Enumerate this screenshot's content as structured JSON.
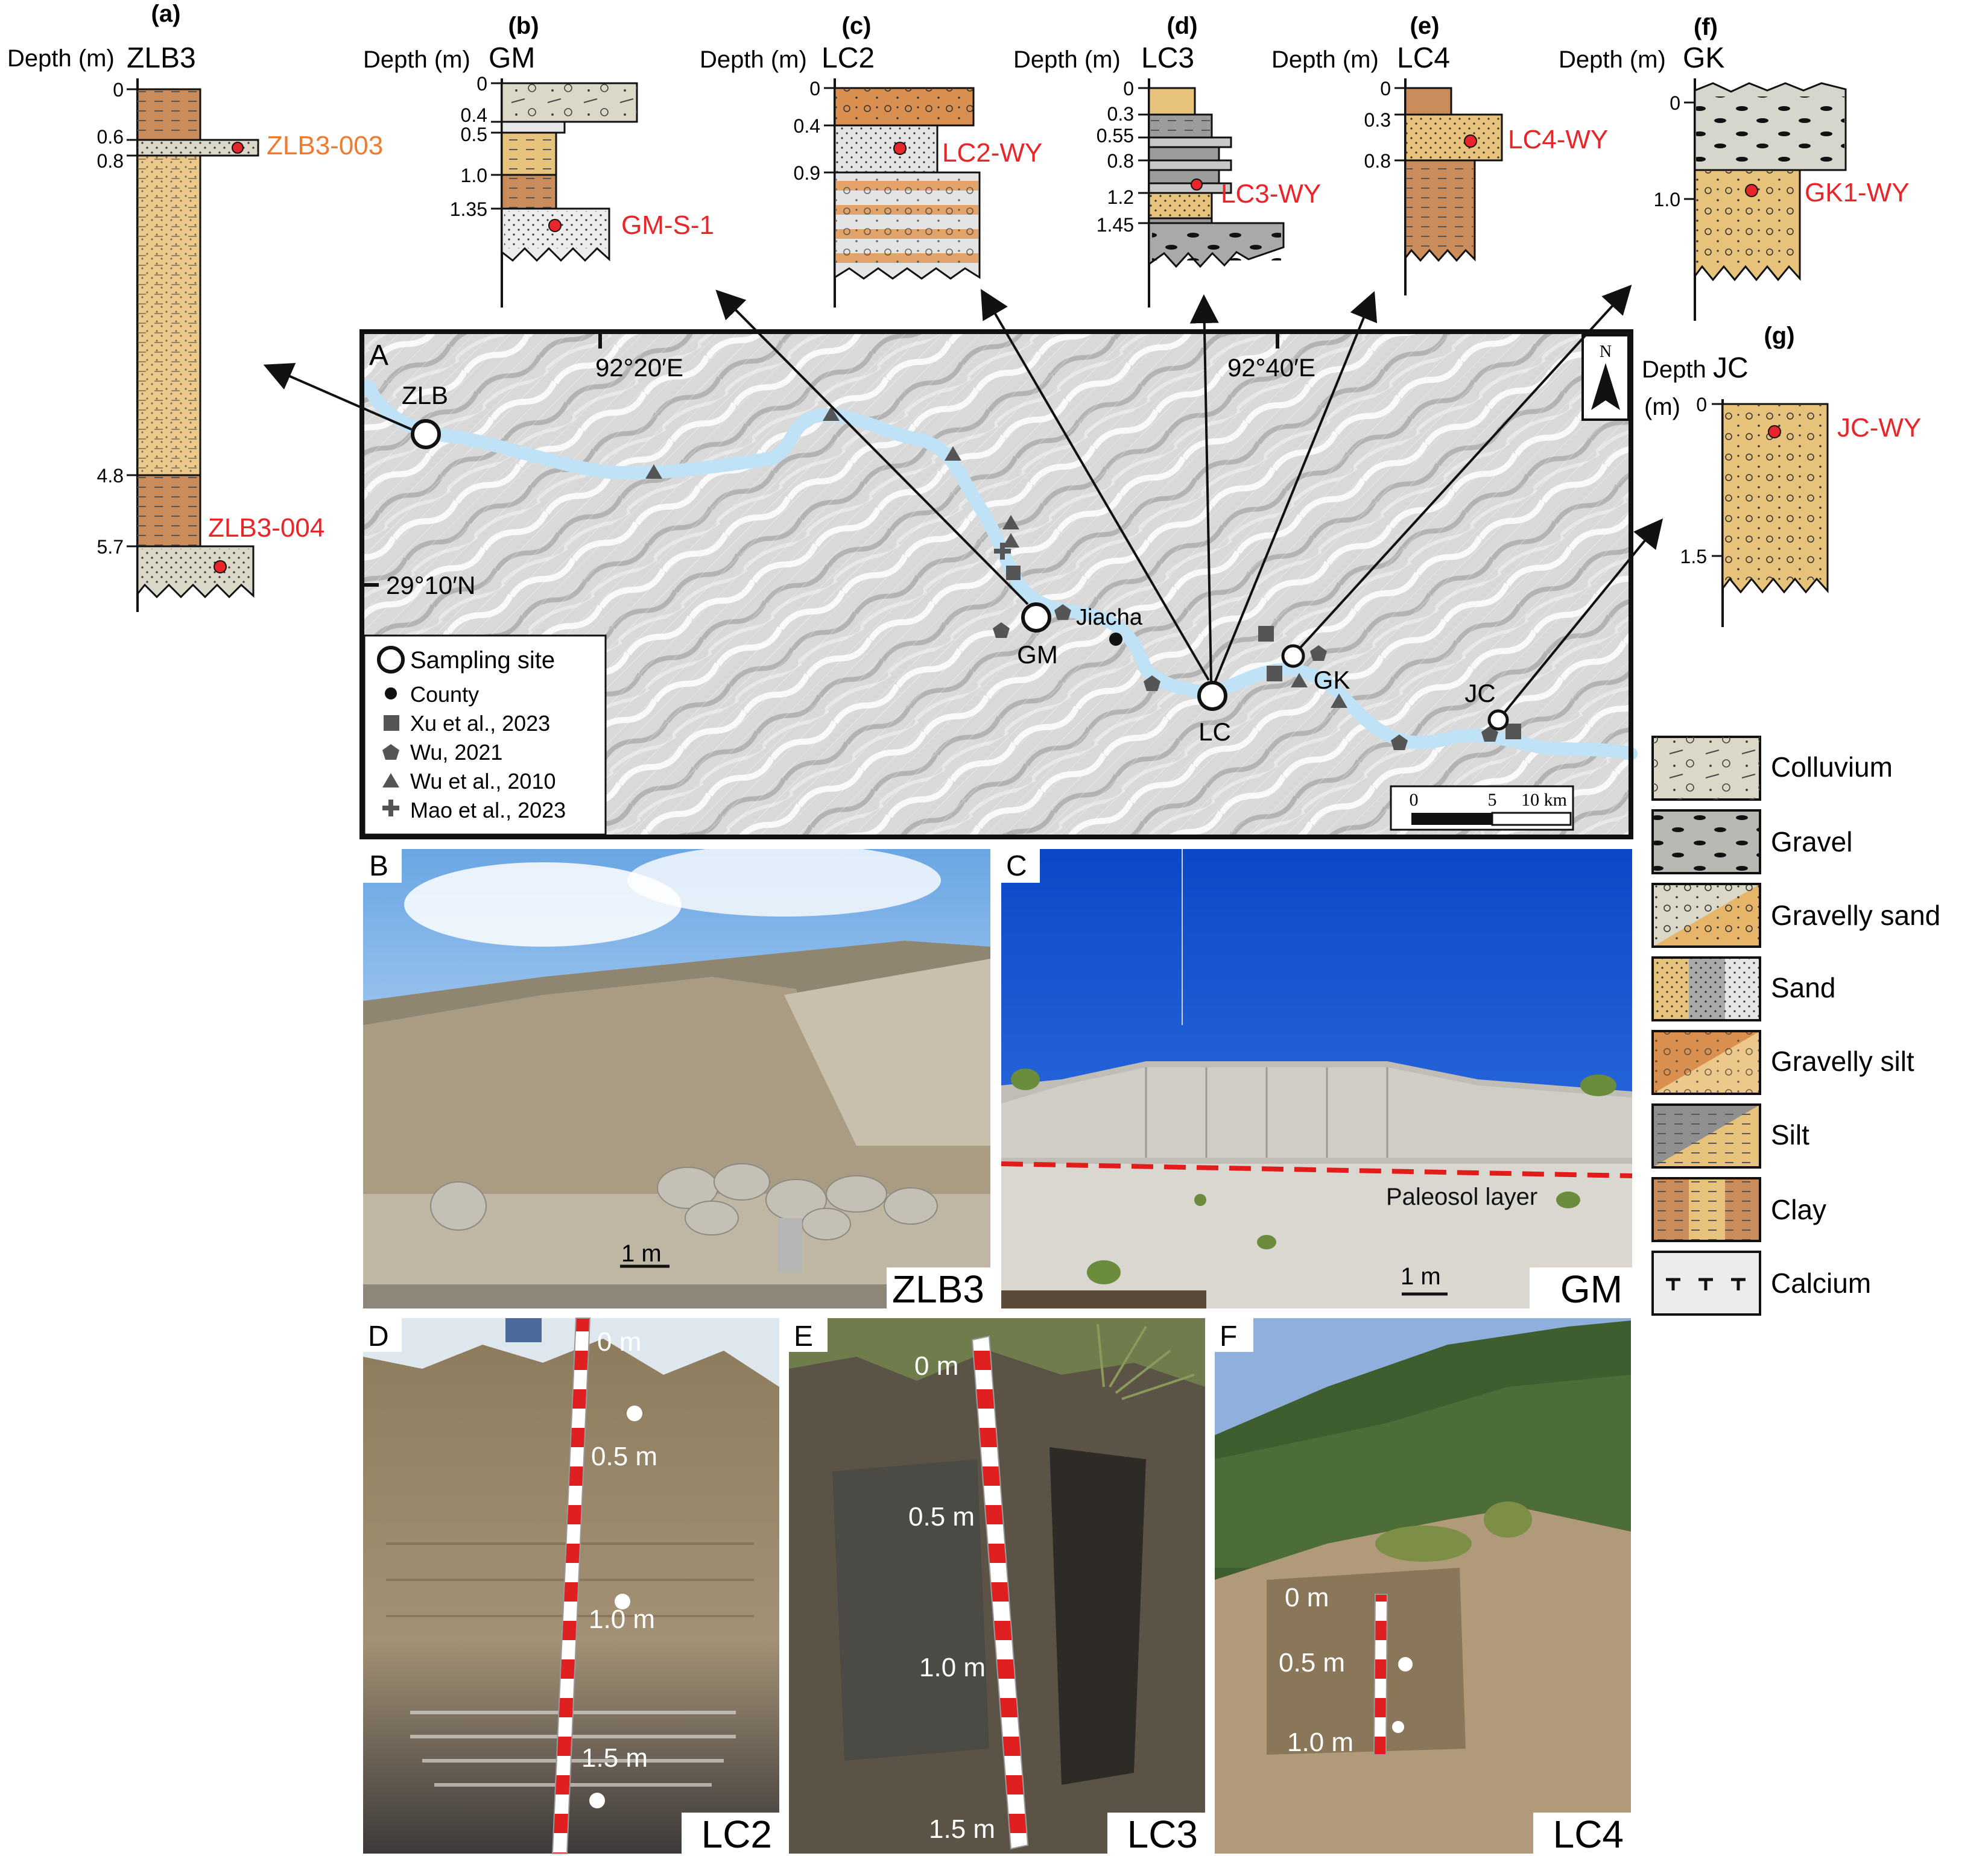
{
  "columns": {
    "depth_label": "Depth (m)",
    "a": {
      "panel": "(a)",
      "name": "ZLB3",
      "depths": [
        "0",
        "0.6",
        "0.8",
        "4.8",
        "5.7"
      ],
      "samples": [
        "ZLB3-003",
        "ZLB3-004"
      ]
    },
    "b": {
      "panel": "(b)",
      "name": "GM",
      "depths": [
        "0",
        "0.4",
        "0.5",
        "1.0",
        "1.35"
      ],
      "samples": [
        "GM-S-1"
      ]
    },
    "c": {
      "panel": "(c)",
      "name": "LC2",
      "depths": [
        "0",
        "0.4",
        "0.9"
      ],
      "samples": [
        "LC2-WY"
      ]
    },
    "d": {
      "panel": "(d)",
      "name": "LC3",
      "depths": [
        "0",
        "0.3",
        "0.55",
        "0.8",
        "1.2",
        "1.45"
      ],
      "samples": [
        "LC3-WY"
      ]
    },
    "e": {
      "panel": "(e)",
      "name": "LC4",
      "depths": [
        "0",
        "0.3",
        "0.8"
      ],
      "samples": [
        "LC4-WY"
      ]
    },
    "f": {
      "panel": "(f)",
      "name": "GK",
      "depths": [
        "0",
        "1.0"
      ],
      "samples": [
        "GK1-WY"
      ]
    },
    "g": {
      "panel": "(g)",
      "name": "JC",
      "depth_label_1": "Depth",
      "depth_label_2": "(m)",
      "depths": [
        "0",
        "1.5"
      ],
      "samples": [
        "JC-WY"
      ]
    }
  },
  "map": {
    "panel": "A",
    "lon_labels": [
      "92°20′E",
      "92°40′E"
    ],
    "lat_label": "29°10′N",
    "north": "N",
    "sites": [
      "ZLB",
      "GM",
      "LC",
      "GK",
      "JC"
    ],
    "county": "Jiacha",
    "scale": [
      "0",
      "5",
      "10 km"
    ],
    "legend": [
      "Sampling site",
      "County",
      "Xu et al., 2023",
      "Wu, 2021",
      "Wu et al., 2010",
      "Mao et al., 2023"
    ]
  },
  "photos": {
    "B": {
      "label": "B",
      "tag": "ZLB3",
      "scale": "1 m"
    },
    "C": {
      "label": "C",
      "tag": "GM",
      "scale": "1 m",
      "annotation": "Paleosol layer"
    },
    "D": {
      "label": "D",
      "tag": "LC2",
      "marks": [
        "0 m",
        "0.5 m",
        "1.0 m",
        "1.5 m"
      ]
    },
    "E": {
      "label": "E",
      "tag": "LC3",
      "marks": [
        "0 m",
        "0.5 m",
        "1.0 m",
        "1.5 m"
      ]
    },
    "F": {
      "label": "F",
      "tag": "LC4",
      "marks": [
        "0 m",
        "0.5 m",
        "1.0 m"
      ]
    }
  },
  "lithology_legend": [
    "Colluvium",
    "Gravel",
    "Gravelly sand",
    "Sand",
    "Gravelly silt",
    "Silt",
    "Clay",
    "Calcium"
  ],
  "colors": {
    "sample_red": "#e8262a",
    "sample_orange": "#ef7b2f",
    "river": "#bfe2f6",
    "sand": "#e6c27a",
    "clay": "#c98c5a",
    "gray": "#a9a9a9"
  }
}
